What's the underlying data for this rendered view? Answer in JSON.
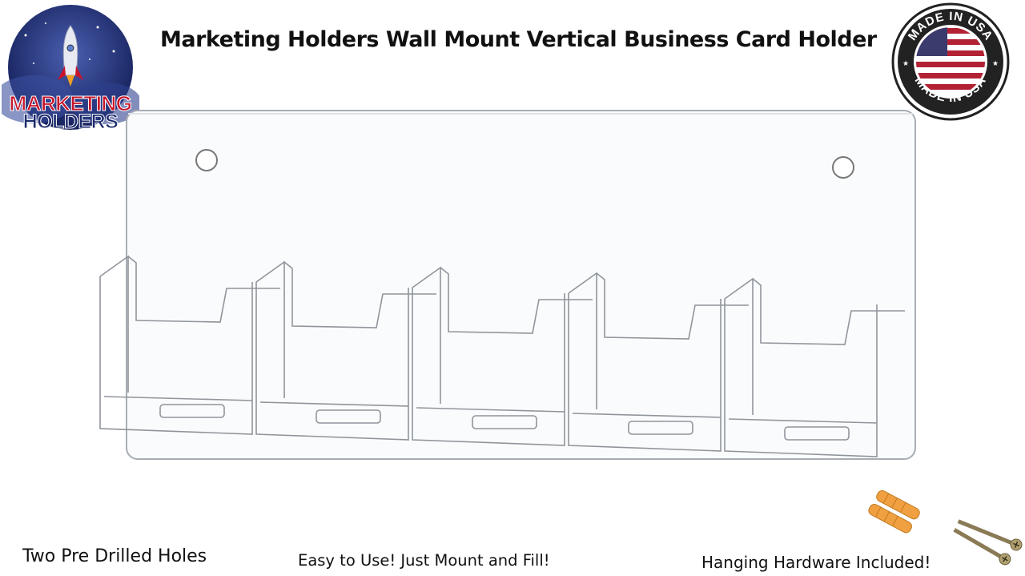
{
  "title": "Marketing Holders Wall Mount Vertical Business Card Holder",
  "logo": {
    "line1": "MARKETING",
    "line2": "HOLDERS"
  },
  "seal": {
    "text": "MADE IN USA",
    "icon": "usa-flag-seal-icon"
  },
  "captions": {
    "left": "Two Pre Drilled Holes",
    "middle": "Easy to Use! Just Mount and Fill!",
    "right": "Hanging Hardware Included!"
  },
  "product": {
    "icon": "acrylic-card-holder-image",
    "pockets": 5
  },
  "hardware": {
    "icon": "screws-and-anchors-icon"
  },
  "colors": {
    "brand_red": "#c8142a",
    "brand_navy": "#1c2a6b",
    "anchor_orange": "#f0a040"
  }
}
